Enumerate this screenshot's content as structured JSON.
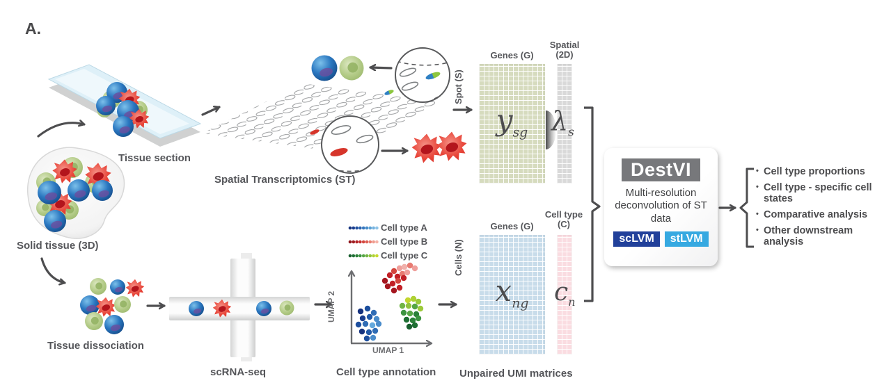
{
  "panel": {
    "label": "A."
  },
  "st_branch": {
    "tissue_section": "Tissue section",
    "spatial_transcriptomics": "Spatial Transcriptomics (ST)"
  },
  "sc_branch": {
    "solid_tissue": "Solid tissue (3D)",
    "tissue_dissociation": "Tissue dissociation",
    "scrna_seq": "scRNA-seq",
    "cell_type_annotation": "Cell type annotation",
    "umap": {
      "xlabel": "UMAP 1",
      "ylabel": "UMAP 2",
      "legend": [
        {
          "label": "Cell type A",
          "color": "blue-gradient"
        },
        {
          "label": "Cell type B",
          "color": "red-gradient"
        },
        {
          "label": "Cell type C",
          "color": "green-gradient"
        }
      ]
    }
  },
  "matrices": {
    "st": {
      "col_label": "Genes (G)",
      "row_label": "Spot (S)",
      "symbol": "y",
      "subscript": "sg"
    },
    "spatial": {
      "header": "Spatial (2D)",
      "symbol": "λ",
      "subscript": "s"
    },
    "sc": {
      "col_label": "Genes (G)",
      "row_label": "Cells (N)",
      "symbol": "x",
      "subscript": "ng"
    },
    "celltype": {
      "header": "Cell type (C)",
      "symbol": "c",
      "subscript": "n"
    },
    "caption": "Unpaired UMI matrices"
  },
  "destvi": {
    "title": "DestVI",
    "subtitle": "Multi-resolution deconvolution of ST data",
    "badges": [
      {
        "label": "scLVM",
        "color": "#21409a"
      },
      {
        "label": "stLVM",
        "color": "#36a9e1"
      }
    ]
  },
  "outputs": {
    "items": [
      "Cell type proportions",
      "Cell type - specific cell states",
      "Comparative analysis",
      "Other downstream analysis"
    ]
  },
  "colors": {
    "text": "#55565a",
    "arrow": "#4d4d4f",
    "st_matrix": "#d6dbbe",
    "spatial_matrix": "#d9d9d9",
    "sc_matrix": "#c8dcea",
    "celltype_matrix": "#fadce1",
    "destvi_badge": "#77787b",
    "cell_blue": "#2a77c0",
    "cell_green": "#b3cb87",
    "cell_red": "#e8463a"
  }
}
